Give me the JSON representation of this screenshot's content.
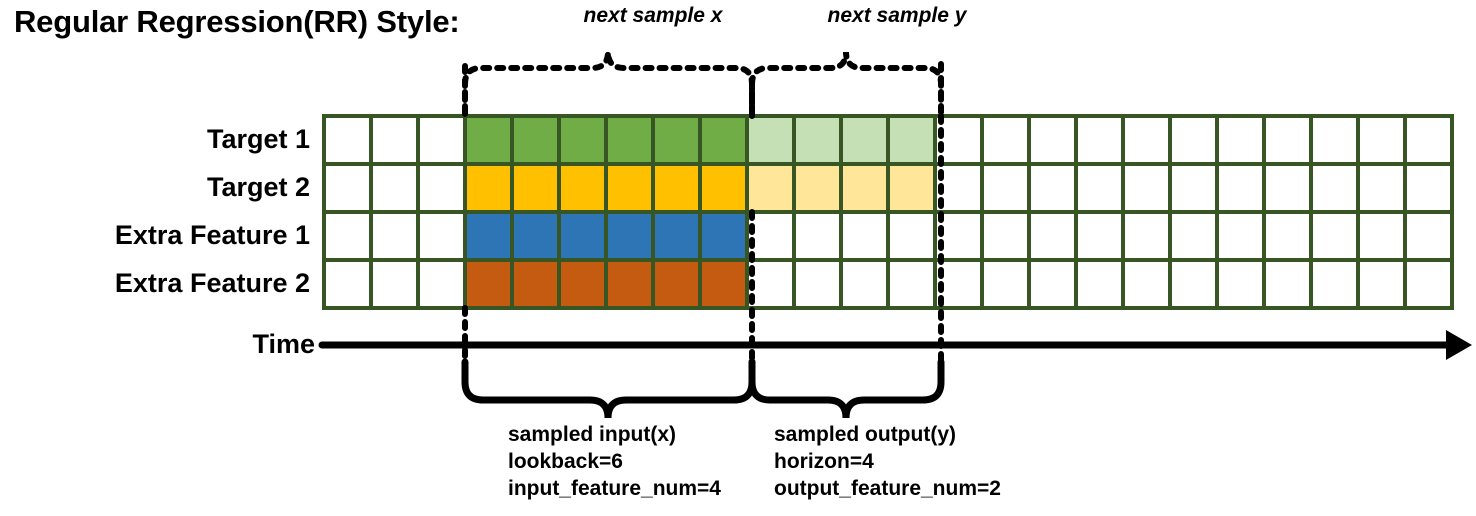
{
  "title": "Regular Regression(RR) Style:",
  "axis": {
    "time_label": "Time"
  },
  "rows": [
    {
      "label": "Target 1",
      "fill": "#70AD47",
      "light": "#C5E0B4",
      "has_output": true
    },
    {
      "label": "Target 2",
      "fill": "#FFC000",
      "light": "#FFE699",
      "has_output": true
    },
    {
      "label": "Extra Feature 1",
      "fill": "#2E75B6",
      "light": "#FFFFFF",
      "has_output": false
    },
    {
      "label": "Extra Feature 2",
      "fill": "#C55A11",
      "light": "#FFFFFF",
      "has_output": false
    }
  ],
  "grid": {
    "total_columns": 24,
    "lead_blank_columns": 3,
    "input_columns": 6,
    "output_columns": 4,
    "trailing_blank_columns": 11,
    "border_color": "#375623",
    "empty_color": "#FFFFFF"
  },
  "annotations": {
    "top_left": "next sample x",
    "top_right": "next sample y",
    "bottom_left": [
      "sampled input(x)",
      "lookback=6",
      "input_feature_num=4"
    ],
    "bottom_right": [
      "sampled output(y)",
      "horizon=4",
      "output_feature_num=2"
    ]
  },
  "parameters": {
    "lookback": 6,
    "horizon": 4,
    "input_feature_num": 4,
    "output_feature_num": 2
  }
}
